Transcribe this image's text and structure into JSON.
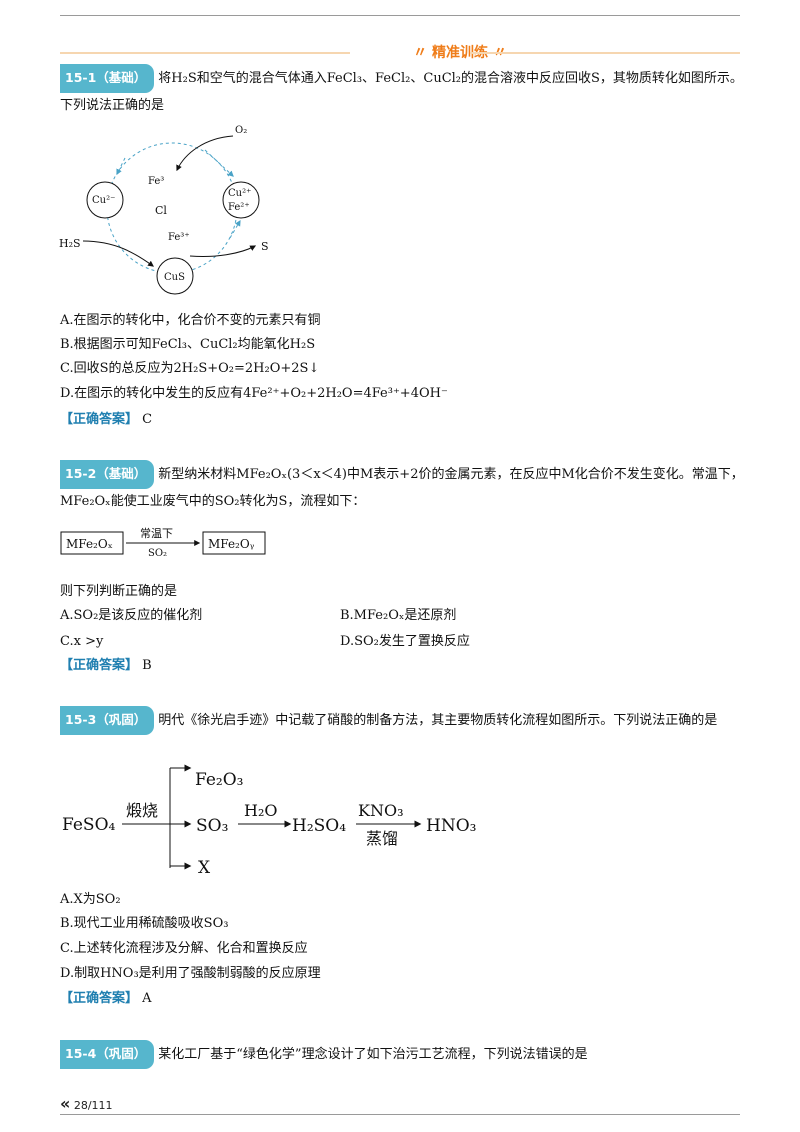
{
  "banner": {
    "title": "精准训练"
  },
  "q1": {
    "tag": "15-1（基础）",
    "stem": "将H₂S和空气的混合气体通入FeCl₃、FeCl₂、CuCl₂的混合溶液中反应回收S，其物质转化如图所示。下列说法正确的是",
    "diagram": {
      "o2": "O₂",
      "fe3_top": "Fe³",
      "cl": "Cl",
      "cu2": "Cu²⁻",
      "cu2b": "Cu²⁺",
      "fe2": "Fe²⁺",
      "fe3": "Fe³⁺",
      "h2s": "H₂S",
      "s": "S",
      "cus": "CuS"
    },
    "options": [
      "A.在图示的转化中，化合价不变的元素只有铜",
      "B.根据图示可知FeCl₃、CuCl₂均能氧化H₂S",
      "C.回收S的总反应为2H₂S+O₂=2H₂O+2S↓",
      "D.在图示的转化中发生的反应有4Fe²⁺+O₂+2H₂O=4Fe³⁺+4OH⁻"
    ],
    "answer_label": "【正确答案】",
    "answer": "C"
  },
  "q2": {
    "tag": "15-2（基础）",
    "stem": "新型纳米材料MFe₂Oₓ(3＜x＜4)中M表示+2价的金属元素，在反应中M化合价不发生变化。常温下，MFe₂Oₓ能使工业废气中的SO₂转化为S，流程如下：",
    "flow": {
      "left": "MFe₂Oₓ",
      "above": "常温下",
      "below": "SO₂",
      "right": "MFe₂Oᵧ"
    },
    "prompt": "则下列判断正确的是",
    "options": [
      "A.SO₂是该反应的催化剂",
      "B.MFe₂Oₓ是还原剂",
      "C.x >y",
      "D.SO₂发生了置换反应"
    ],
    "answer_label": "【正确答案】",
    "answer": "B"
  },
  "q3": {
    "tag": "15-3（巩固）",
    "stem": "明代《徐光启手迹》中记载了硝酸的制备方法，其主要物质转化流程如图所示。下列说法正确的是",
    "flow": {
      "feso4": "FeSO₄",
      "calcine": "煅烧",
      "fe2o3": "Fe₂O₃",
      "so3": "SO₃",
      "x": "X",
      "h2o": "H₂O",
      "h2so4": "H₂SO₄",
      "kno3": "KNO₃",
      "distill": "蒸馏",
      "hno3": "HNO₃"
    },
    "options": [
      "A.X为SO₂",
      "B.现代工业用稀硫酸吸收SO₃",
      "C.上述转化流程涉及分解、化合和置换反应",
      "D.制取HNO₃是利用了强酸制弱酸的反应原理"
    ],
    "answer_label": "【正确答案】",
    "answer": "A"
  },
  "q4": {
    "tag": "15-4（巩固）",
    "stem": "某化工厂基于“绿色化学”理念设计了如下治污工艺流程，下列说法错误的是"
  },
  "footer": {
    "marker": "«",
    "page": "28/111"
  }
}
